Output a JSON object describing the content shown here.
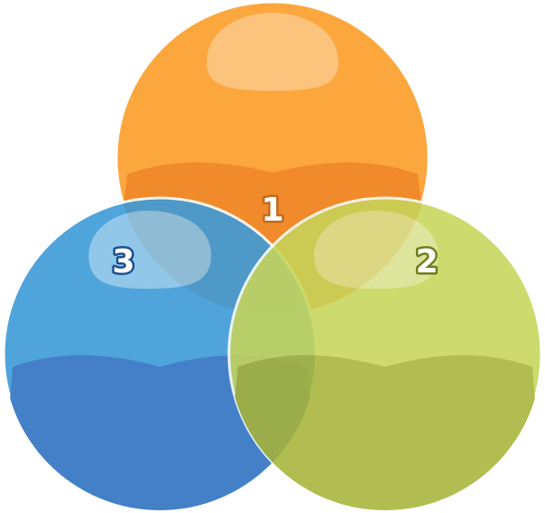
{
  "diagram": {
    "type": "three-circle-venn",
    "circles": [
      {
        "label": "1",
        "color": "#fba73e",
        "shade": "#f08a2a",
        "position": "top"
      },
      {
        "label": "2",
        "color": "#c7d55a",
        "shade": "#a8b43a",
        "position": "bottom-right"
      },
      {
        "label": "3",
        "color": "#3d9bd8",
        "shade": "#2f73c2",
        "position": "bottom-left"
      }
    ],
    "overlap_style": "translucent",
    "border_color": "#ffffff"
  }
}
